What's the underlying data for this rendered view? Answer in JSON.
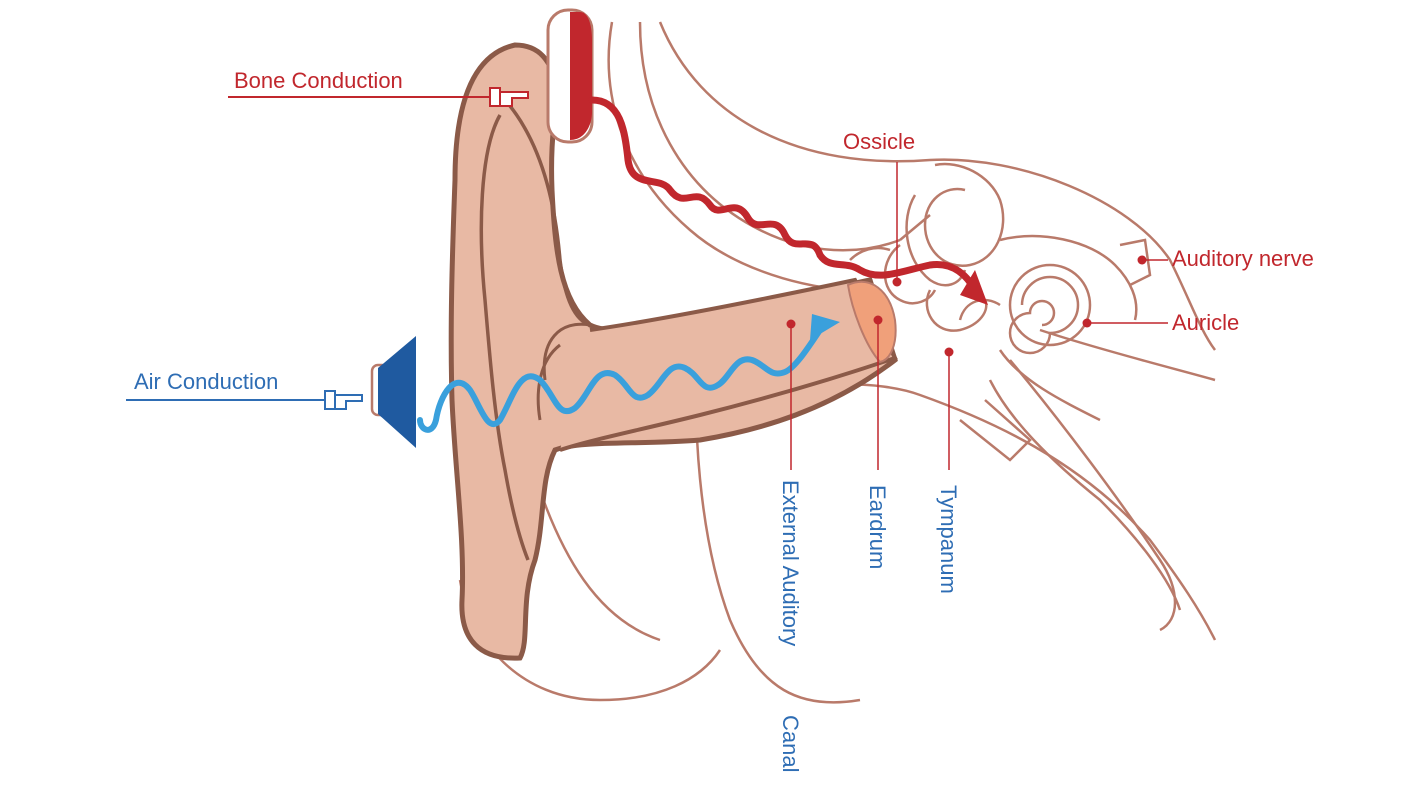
{
  "labels": {
    "bone_conduction": "Bone Conduction",
    "air_conduction": "Air Conduction",
    "ossicle": "Ossicle",
    "auditory_nerve": "Auditory nerve",
    "auricle": "Auricle",
    "external_auditory": "External Auditory",
    "canal": "Canal",
    "eardrum": "Eardrum",
    "tympanum": "Tympanum"
  },
  "colors": {
    "bone": "#c1272d",
    "air": "#2e6db4",
    "air_wave": "#3aa0dc",
    "skin": "#e8b9a4",
    "outline": "#8b5a48",
    "structure": "#b97a6a",
    "speaker": "#1f5aa0",
    "eardrum": "#f0a07a"
  },
  "icons": {
    "bone_pointer": "pointing-hand-icon",
    "air_pointer": "pointing-hand-icon",
    "speaker": "speaker-cone-icon",
    "bone_transducer": "bone-transducer-icon"
  }
}
